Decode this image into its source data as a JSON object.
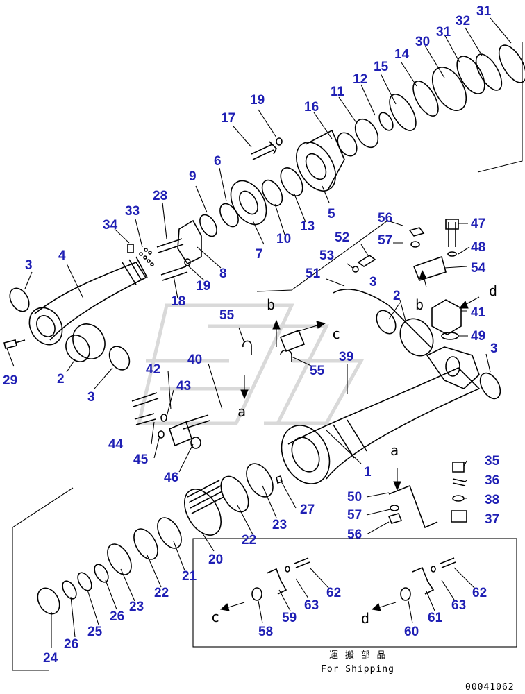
{
  "callouts": [
    "31",
    "32",
    "31",
    "30",
    "14",
    "15",
    "12",
    "11",
    "16",
    "19",
    "17",
    "6",
    "9",
    "5",
    "13",
    "10",
    "7",
    "28",
    "33",
    "34",
    "8",
    "19",
    "18",
    "4",
    "3",
    "29",
    "2",
    "3",
    "56",
    "57",
    "52",
    "53",
    "51",
    "47",
    "48",
    "54",
    "41",
    "49",
    "3",
    "2",
    "3",
    "55",
    "55",
    "39",
    "40",
    "42",
    "43",
    "44",
    "45",
    "46",
    "1",
    "35",
    "36",
    "38",
    "37",
    "27",
    "23",
    "22",
    "20",
    "21",
    "22",
    "23",
    "26",
    "25",
    "26",
    "24",
    "50",
    "57",
    "56",
    "62",
    "63",
    "59",
    "58",
    "62",
    "63",
    "61",
    "60"
  ],
  "view_letters": [
    "b",
    "c",
    "a",
    "a",
    "b",
    "d",
    "c",
    "d"
  ],
  "shipping_box": {
    "title_jp": "運 搬 部 品",
    "title_en": "For Shipping"
  },
  "drawing_number": "00041062"
}
